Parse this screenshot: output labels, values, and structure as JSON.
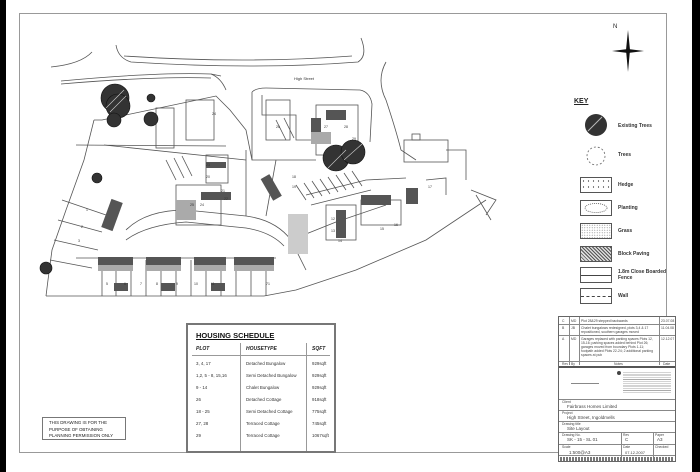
{
  "drawing": {
    "street_label": "High Street",
    "north_label": "N",
    "key": {
      "title": "KEY",
      "items": [
        {
          "label": "Existing Trees",
          "symbol": "existing-tree-icon"
        },
        {
          "label": "Trees",
          "symbol": "tree-outline-icon"
        },
        {
          "label": "Hedge",
          "symbol": "hedge-icon"
        },
        {
          "label": "Planting",
          "symbol": "planting-icon"
        },
        {
          "label": "Grass",
          "symbol": "grass-icon"
        },
        {
          "label": "Block Paving",
          "symbol": "block-paving-icon"
        },
        {
          "label": "1.8m Close Boarded Fence",
          "symbol": "fence-icon"
        },
        {
          "label": "Wall",
          "symbol": "wall-icon"
        }
      ]
    },
    "plot_numbers": [
      "1",
      "2",
      "3",
      "4",
      "5",
      "6",
      "7",
      "8",
      "9",
      "10",
      "11",
      "12",
      "13",
      "14",
      "15",
      "16",
      "17",
      "18",
      "19",
      "20",
      "21",
      "22",
      "23",
      "24",
      "25",
      "26",
      "27",
      "28",
      "29"
    ]
  },
  "housing_schedule": {
    "title": "HOUSING SCHEDULE",
    "headers": [
      "PLOT",
      "HOUSETYPE",
      "SQFT"
    ],
    "rows": [
      {
        "plot": "3, 4, 17",
        "type": "Detached Bungalow",
        "sqft": "929sqft"
      },
      {
        "plot": "1,2, 5 - 8, 15,16",
        "type": "Semi Detached Bungalow",
        "sqft": "929sqft"
      },
      {
        "plot": "9 - 14",
        "type": "Chalet Bungalow",
        "sqft": "929sqft"
      },
      {
        "plot": "26",
        "type": "Detached Cottage",
        "sqft": "918sqft"
      },
      {
        "plot": "18 - 25",
        "type": "Semi Detached Cottage",
        "sqft": "775sqft"
      },
      {
        "plot": "27, 28",
        "type": "Terraced Cottage",
        "sqft": "745sqft"
      },
      {
        "plot": "29",
        "type": "Terraced Cottage",
        "sqft": "1067sqft"
      }
    ]
  },
  "notice": {
    "line1": "THIS DRAWING IS FOR THE",
    "line2": "PURPOSE OF OBTAINING",
    "line3": "PLANNING PERMISSION ONLY"
  },
  "title_block": {
    "revisions": [
      {
        "rev": "C",
        "by": "MD",
        "notes": "Plot 28&29 stepped backwards",
        "date": "23.07.08"
      },
      {
        "rev": "B",
        "by": "JB",
        "notes": "Chalet bungalows redesigned, plots 3,4 & 17 repositioned, southern garages moved",
        "date": "11.04.08"
      },
      {
        "rev": "A",
        "by": "MD",
        "notes": "Garages replaced with parking spaces Plots 12, 15-16; parking spaces added behind Plot 26; garages moved from boundary Plots 1-11; footpath added Plots 22-24; 2 additional parking spaces at pub",
        "date": "12.12.07"
      }
    ],
    "rev_headers": [
      "Rev",
      "By",
      "Notes",
      "Date"
    ],
    "client_label": "Client",
    "client": "Fairbrass Homes Limited",
    "project_label": "Project",
    "project": "High Street, Ingoldmells",
    "drawing_title_label": "Drawing title",
    "drawing_title": "Site Layout",
    "drawing_no_label": "Drawing No.",
    "drawing_no": "SK - 15 - SL 01",
    "rev_label": "Rev",
    "rev": "C",
    "paper_label": "Paper",
    "paper": "A3",
    "scale_label": "Scale",
    "scale": "1:500@A3",
    "date_label": "Date",
    "date": "07.12.2007",
    "checked_label": "Checked",
    "checked": ""
  }
}
